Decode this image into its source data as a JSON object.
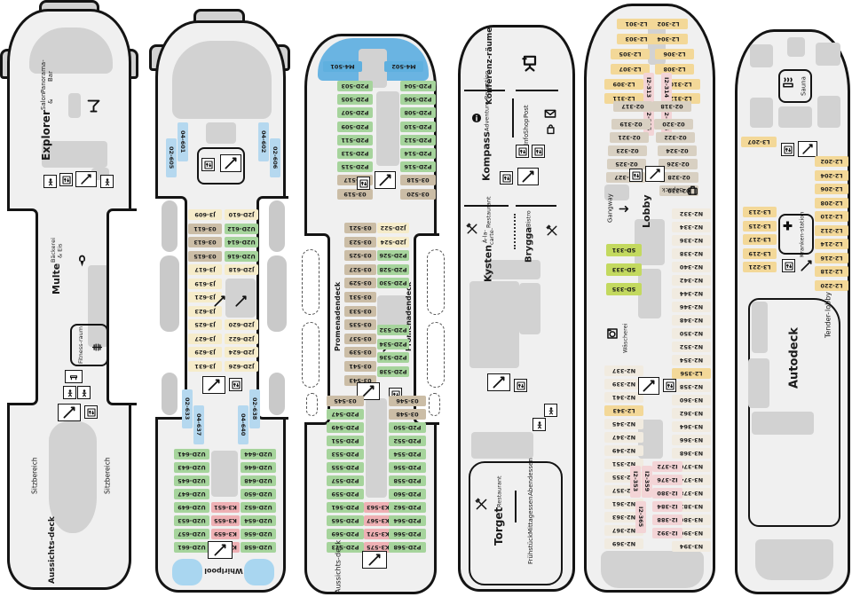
{
  "palette": {
    "hull_fill": "#f0f0f0",
    "hull_line": "#141414",
    "block_gray": "#d2d2d2",
    "lifeboat_gray": "#c9c9c9",
    "water_blue": "#a9d6f0",
    "bow_blue": "#6ab4e2",
    "cat_colors": {
      "b": "#b5d8ef",
      "B": "#5fb0df",
      "g": "#a6d49c",
      "k": "#eeb0b4",
      "i": "#f3d4d6",
      "o": "#f3d898",
      "t": "#cbbda6",
      "c": "#f6ecca",
      "n": "#f1ebe0",
      "y": "#d8d0c2",
      "s": "#c3d95f"
    }
  },
  "decks": [
    {
      "id": "deck-panorama",
      "labels": {
        "explorer": {
          "title": "Explorer",
          "lines": [
            "Salon &",
            "Panorama-Bar"
          ]
        },
        "multe": {
          "title": "Multe",
          "lines": [
            "Bäckerei & Eis"
          ]
        },
        "fitness": {
          "lines": [
            "Fitness-",
            "raum"
          ]
        },
        "sitz_l": {
          "lines": [
            "Sitzbereich"
          ]
        },
        "sitz_r": {
          "lines": [
            "Sitzbereich"
          ]
        },
        "aussicht": {
          "lines": [
            "Aussichts-",
            "deck"
          ]
        }
      },
      "groups": {},
      "icons": [
        "cocktail-icon",
        "wc-icon",
        "elevator-icon",
        "stairs-icon",
        "wc-icon",
        "soft-ice-icon",
        "fitness-icon",
        "bench-icon",
        "wc-icon",
        "wc-icon",
        "stairs-icon",
        "elevator-icon"
      ]
    },
    {
      "id": "deck-cabins-600",
      "labels": {
        "whirlpool": {
          "lines": [
            "Whirlpool"
          ]
        }
      },
      "groups": {
        "top_left": [
          [
            "04-601",
            "b"
          ],
          [
            "02-605",
            "b"
          ]
        ],
        "top_right": [
          [
            "04-602",
            "b"
          ],
          [
            "02-606",
            "b"
          ]
        ],
        "mid_left": [
          [
            "J3-609",
            "c"
          ],
          [
            "03-611",
            "t"
          ],
          [
            "03-613",
            "t"
          ],
          [
            "03-615",
            "t"
          ],
          [
            "J3-617",
            "c"
          ],
          [
            "J3-619",
            "c"
          ],
          [
            "J3-621",
            "c"
          ],
          [
            "J3-623",
            "c"
          ],
          [
            "J3-625",
            "c"
          ],
          [
            "J3-627",
            "c"
          ],
          [
            "J3-629",
            "c"
          ],
          [
            "J3-631",
            "c"
          ]
        ],
        "mid_right_a": [
          [
            "J2D-610",
            "c"
          ],
          [
            "U2D-612",
            "g"
          ],
          [
            "U2D-614",
            "g"
          ],
          [
            "U2D-616",
            "g"
          ],
          [
            "J2D-618",
            "c"
          ]
        ],
        "mid_right_b": [
          [
            "J2D-620",
            "c"
          ],
          [
            "J2D-622",
            "c"
          ],
          [
            "J2D-624",
            "c"
          ],
          [
            "J2D-626",
            "c"
          ]
        ],
        "low_blue_left": [
          [
            "02-633",
            "b"
          ],
          [
            "04-637",
            "b"
          ]
        ],
        "low_blue_right": [
          [
            "02-638",
            "b"
          ],
          [
            "04-640",
            "b"
          ]
        ],
        "low_left": [
          [
            "U2D-641",
            "g"
          ],
          [
            "U2D-643",
            "g"
          ],
          [
            "U2D-645",
            "g"
          ],
          [
            "U2D-647",
            "g"
          ],
          [
            "U2D-649",
            "g"
          ],
          [
            "U2D-653",
            "g"
          ],
          [
            "U2D-657",
            "g"
          ],
          [
            "U2D-661",
            "g"
          ]
        ],
        "low_mid": [
          [
            "K3-651",
            "k"
          ],
          [
            "K3-655",
            "k"
          ],
          [
            "K3-659",
            "k"
          ],
          [
            "K3-663",
            "k"
          ]
        ],
        "low_right": [
          [
            "U2D-644",
            "g"
          ],
          [
            "U2D-646",
            "g"
          ],
          [
            "U2D-648",
            "g"
          ],
          [
            "U2D-650",
            "g"
          ],
          [
            "U2D-652",
            "g"
          ],
          [
            "U2D-654",
            "g"
          ],
          [
            "U2D-656",
            "g"
          ],
          [
            "U2D-658",
            "g"
          ]
        ]
      },
      "icons": [
        "elevator-icon",
        "stairs-icon",
        "stairs-icon",
        "stairs-icon",
        "stairs-icon",
        "elevator-icon",
        "stairs-icon"
      ]
    },
    {
      "id": "deck-cabins-500",
      "labels": {
        "prom_l": {
          "lines": [
            "Promenadendeck"
          ]
        },
        "prom_r": {
          "lines": [
            "Promenadendeck"
          ]
        },
        "aussicht": {
          "lines": [
            "Aussichts-",
            "deck"
          ]
        }
      },
      "groups": {
        "top_blue_l": [
          [
            "M4-501",
            "B"
          ]
        ],
        "top_blue_r": [
          [
            "M4-502",
            "B"
          ]
        ],
        "top_left": [
          [
            "P2D-503",
            "g"
          ],
          [
            "P2D-505",
            "g"
          ],
          [
            "P2D-507",
            "g"
          ],
          [
            "P2D-509",
            "g"
          ],
          [
            "P2D-511",
            "g"
          ],
          [
            "P2D-513",
            "g"
          ],
          [
            "P2D-515",
            "g"
          ],
          [
            "03-517",
            "t"
          ],
          [
            "03-519",
            "t"
          ]
        ],
        "top_right": [
          [
            "P2D-504",
            "g"
          ],
          [
            "P2D-506",
            "g"
          ],
          [
            "P2D-508",
            "g"
          ],
          [
            "P2D-510",
            "g"
          ],
          [
            "P2D-512",
            "g"
          ],
          [
            "P2D-514",
            "g"
          ],
          [
            "P2D-516",
            "g"
          ],
          [
            "03-518",
            "t"
          ],
          [
            "03-520",
            "t"
          ]
        ],
        "mid_left": [
          [
            "03-521",
            "t"
          ],
          [
            "03-523",
            "t"
          ],
          [
            "03-525",
            "t"
          ],
          [
            "03-527",
            "t"
          ],
          [
            "03-529",
            "t"
          ],
          [
            "03-531",
            "t"
          ],
          [
            "03-533",
            "t"
          ],
          [
            "03-535",
            "t"
          ],
          [
            "03-537",
            "t"
          ],
          [
            "03-539",
            "t"
          ],
          [
            "03-541",
            "t"
          ],
          [
            "03-543",
            "t"
          ]
        ],
        "mid_right_a": [
          [
            "J2D-522",
            "c"
          ],
          [
            "J2D-524",
            "c"
          ],
          [
            "P2D-526",
            "g"
          ],
          [
            "P2D-528",
            "g"
          ],
          [
            "P2D-530",
            "g"
          ]
        ],
        "mid_right_b": [
          [
            "P2D-532",
            "g"
          ],
          [
            "P2D-534",
            "g"
          ],
          [
            "P2D-536",
            "g"
          ],
          [
            "P2D-538",
            "g"
          ]
        ],
        "low_left": [
          [
            "03-545",
            "t"
          ],
          [
            "P2D-547",
            "g"
          ],
          [
            "P2D-549",
            "g"
          ],
          [
            "P2D-551",
            "g"
          ],
          [
            "P2D-553",
            "g"
          ],
          [
            "P2D-555",
            "g"
          ],
          [
            "P2D-557",
            "g"
          ],
          [
            "P2D-559",
            "g"
          ],
          [
            "P2D-561",
            "g"
          ],
          [
            "P2D-565",
            "g"
          ],
          [
            "P2D-569",
            "g"
          ],
          [
            "P2D-573",
            "g"
          ]
        ],
        "low_mid": [
          [
            "K3-563",
            "k"
          ],
          [
            "K3-567",
            "k"
          ],
          [
            "K3-571",
            "k"
          ],
          [
            "K3-575",
            "k"
          ]
        ],
        "low_right": [
          [
            "03-546",
            "t"
          ],
          [
            "03-548",
            "t"
          ],
          [
            "P2D-550",
            "g"
          ],
          [
            "P2D-552",
            "g"
          ],
          [
            "P2D-554",
            "g"
          ],
          [
            "P2D-556",
            "g"
          ],
          [
            "P2D-558",
            "g"
          ],
          [
            "P2D-560",
            "g"
          ],
          [
            "P2D-562",
            "g"
          ],
          [
            "P2D-564",
            "g"
          ],
          [
            "P2D-566",
            "g"
          ],
          [
            "P2D-568",
            "g"
          ]
        ]
      },
      "icons": [
        "elevator-icon",
        "stairs-icon",
        "stairs-icon",
        "stairs-icon",
        "elevator-icon",
        "stairs-icon"
      ]
    },
    {
      "id": "deck-public-rooms",
      "labels": {
        "konferenz": {
          "lines": [
            "Konferenz-",
            "räume"
          ]
        },
        "kompass": {
          "title": "Kompass",
          "lines": [
            "Adventure-",
            "Rezeption"
          ]
        },
        "infoshop": {
          "lines": [
            "Info",
            "Shop",
            "Post"
          ]
        },
        "kysten": {
          "title": "Kysten",
          "lines": [
            "À-la-carte-",
            "Restaurant"
          ]
        },
        "brygga": {
          "title": "Brygga",
          "lines": [
            "Bistro"
          ]
        },
        "torget": {
          "title": "Torget",
          "lines": [
            "Restaurant"
          ]
        },
        "meals": {
          "lines": [
            "Frühstück",
            "Mittagessen",
            "Abendessen"
          ]
        }
      },
      "groups": {},
      "icons": [
        "presentation-icon",
        "info-icon",
        "envelope-icon",
        "bag-icon",
        "elevator-icon",
        "elevator-icon",
        "elevator-icon",
        "stairs-icon",
        "cutlery-icon",
        "cutlery-icon",
        "stairs-icon",
        "elevator-icon",
        "wc-icon",
        "wc-icon",
        "cutlery-icon"
      ]
    },
    {
      "id": "deck-cabins-300",
      "labels": {
        "gangway": {
          "lines": [
            "Gangway"
          ]
        },
        "lobby": {
          "lines": [
            "Lobby"
          ]
        },
        "gepaeck": {
          "lines": [
            "Gepäck"
          ]
        },
        "waescherei": {
          "lines": [
            "Wäscherei"
          ]
        }
      },
      "groups": {
        "top_l2_left": [
          [
            "L2-301",
            "o"
          ],
          [
            "L2-303",
            "o"
          ],
          [
            "L2-305",
            "o"
          ],
          [
            "L2-307",
            "o"
          ],
          [
            "L2-309",
            "o"
          ],
          [
            "L2-311",
            "o"
          ]
        ],
        "top_l2_right": [
          [
            "L2-302",
            "o"
          ],
          [
            "L2-304",
            "o"
          ],
          [
            "L2-306",
            "o"
          ],
          [
            "L2-308",
            "o"
          ],
          [
            "L2-310",
            "o"
          ],
          [
            "L2-312",
            "o"
          ]
        ],
        "top_i2": [
          [
            "I2-313",
            "i"
          ],
          [
            "I2-314",
            "i"
          ],
          [
            "I2-315",
            "i"
          ],
          [
            "I2-316",
            "i"
          ]
        ],
        "o2_left": [
          [
            "02-317",
            "y"
          ],
          [
            "02-319",
            "y"
          ],
          [
            "02-321",
            "y"
          ],
          [
            "02-323",
            "y"
          ],
          [
            "02-325",
            "y"
          ],
          [
            "02-327",
            "y"
          ]
        ],
        "o2_right": [
          [
            "02-318",
            "y"
          ],
          [
            "02-320",
            "y"
          ],
          [
            "02-322",
            "y"
          ],
          [
            "02-324",
            "y"
          ],
          [
            "02-326",
            "y"
          ],
          [
            "02-328",
            "y"
          ],
          [
            "02-330",
            "y"
          ]
        ],
        "sd": [
          [
            "SD-331",
            "s"
          ],
          [
            "SD-333",
            "s"
          ],
          [
            "SD-335",
            "s"
          ]
        ],
        "n_right": [
          [
            "N2-332",
            "n"
          ],
          [
            "N2-334",
            "n"
          ],
          [
            "N2-336",
            "n"
          ],
          [
            "N2-338",
            "n"
          ],
          [
            "N2-340",
            "n"
          ],
          [
            "N2-342",
            "n"
          ],
          [
            "N2-344",
            "n"
          ],
          [
            "N2-346",
            "n"
          ],
          [
            "N2-348",
            "n"
          ],
          [
            "N2-350",
            "n"
          ],
          [
            "N2-352",
            "n"
          ],
          [
            "N2-354",
            "n"
          ],
          [
            "L2-356",
            "o"
          ],
          [
            "N2-358",
            "n"
          ],
          [
            "N3-360",
            "n"
          ],
          [
            "N3-362",
            "n"
          ],
          [
            "N3-364",
            "n"
          ],
          [
            "N3-366",
            "n"
          ],
          [
            "N3-368",
            "n"
          ],
          [
            "N3-370",
            "n"
          ],
          [
            "N3-374",
            "n"
          ],
          [
            "N3-378",
            "n"
          ],
          [
            "N3-382",
            "n"
          ],
          [
            "N3-386",
            "n"
          ],
          [
            "N3-390",
            "n"
          ],
          [
            "N3-394",
            "n"
          ]
        ],
        "n_left": [
          [
            "N2-337",
            "n"
          ],
          [
            "N2-339",
            "n"
          ],
          [
            "N2-341",
            "n"
          ],
          [
            "L2-343",
            "o"
          ],
          [
            "N2-345",
            "n"
          ],
          [
            "N2-347",
            "n"
          ],
          [
            "N2-349",
            "n"
          ],
          [
            "N2-351",
            "n"
          ],
          [
            "N2-355",
            "n"
          ],
          [
            "N2-357",
            "n"
          ],
          [
            "N2-361",
            "n"
          ],
          [
            "N2-363",
            "n"
          ],
          [
            "N2-367",
            "n"
          ],
          [
            "N2-369",
            "n"
          ]
        ],
        "i2_vert": [
          [
            "I2-353",
            "i"
          ],
          [
            "I2-359",
            "i"
          ],
          [
            "I2-365",
            "i"
          ]
        ],
        "i2_low": [
          [
            "I2-372",
            "i"
          ],
          [
            "I2-376",
            "i"
          ],
          [
            "I2-380",
            "i"
          ],
          [
            "I2-384",
            "i"
          ],
          [
            "I2-388",
            "i"
          ],
          [
            "I2-392",
            "i"
          ]
        ]
      },
      "icons": [
        "elevator-icon",
        "stairs-icon",
        "arrow-right-icon",
        "luggage-icon",
        "washer-icon",
        "stairs-icon",
        "elevator-icon"
      ]
    },
    {
      "id": "deck-autodeck",
      "labels": {
        "sauna": {
          "lines": [
            "Sauna"
          ]
        },
        "kranken": {
          "lines": [
            "Kranken-",
            "station"
          ]
        },
        "tender": {
          "lines": [
            "Tender-",
            "lobby"
          ]
        },
        "autodeck": {
          "lines": [
            "Autodeck"
          ]
        }
      },
      "groups": {
        "l3_top": [
          [
            "L3-207",
            "o"
          ]
        ],
        "l2_right": [
          [
            "L2-202",
            "o"
          ],
          [
            "L2-204",
            "o"
          ],
          [
            "L2-206",
            "o"
          ],
          [
            "L2-208",
            "o"
          ],
          [
            "L2-210",
            "o"
          ],
          [
            "L2-212",
            "o"
          ],
          [
            "L2-214",
            "o"
          ],
          [
            "L2-216",
            "o"
          ],
          [
            "L2-218",
            "o"
          ],
          [
            "L2-220",
            "o"
          ]
        ],
        "l3_left": [
          [
            "L3-213",
            "o"
          ],
          [
            "L3-215",
            "o"
          ],
          [
            "L3-217",
            "o"
          ],
          [
            "L3-219",
            "o"
          ],
          [
            "L3-221",
            "o"
          ]
        ]
      },
      "icons": [
        "sauna-icon",
        "elevator-icon",
        "stairs-icon",
        "medical-cross-icon",
        "elevator-icon",
        "stairs-icon"
      ]
    }
  ]
}
